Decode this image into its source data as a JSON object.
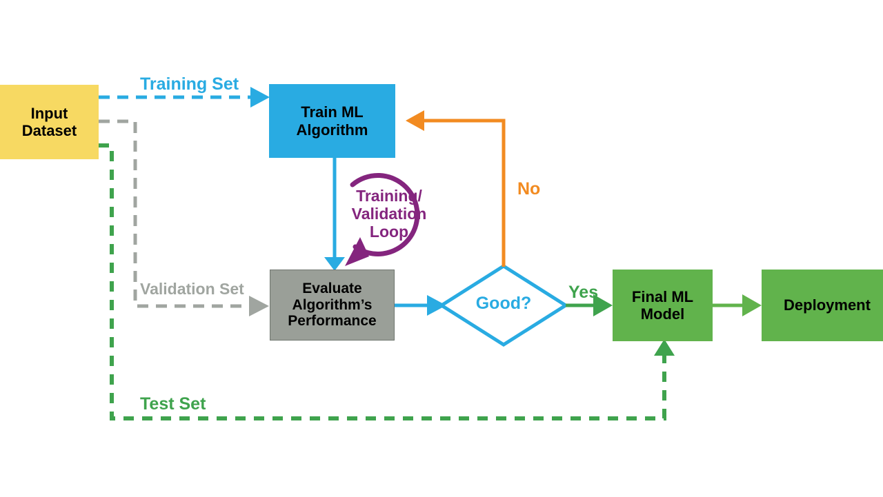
{
  "diagram": {
    "title": "Machine Learning Workflow Flowchart",
    "background": "#ffffff",
    "colors": {
      "yellow_node": "#f7d962",
      "blue_node": "#29abe2",
      "gray_node": "#9a9f98",
      "green_node": "#61b34c",
      "orange_edge": "#f28b21",
      "purple_loop": "#84257e",
      "green_edge": "#3fa34d",
      "gray_edge": "#a0a5a0",
      "blue_edge": "#29abe2"
    },
    "nodes": [
      {
        "id": "input-dataset",
        "label": "Input\nDataset",
        "shape": "rectangle",
        "fill": "#f7d962"
      },
      {
        "id": "train-ml",
        "label": "Train ML\nAlgorithm",
        "shape": "rectangle",
        "fill": "#29abe2"
      },
      {
        "id": "evaluate",
        "label": "Evaluate\nAlgorithm’s\nPerformance",
        "shape": "rectangle",
        "fill": "#9a9f98"
      },
      {
        "id": "good-decision",
        "label": "Good?",
        "shape": "diamond",
        "fill": "#ffffff"
      },
      {
        "id": "final-model",
        "label": "Final ML\nModel",
        "shape": "rectangle",
        "fill": "#61b34c"
      },
      {
        "id": "deployment",
        "label": "Deployment",
        "shape": "rectangle",
        "fill": "#61b34c"
      }
    ],
    "edges": [
      {
        "id": "training-set",
        "label": "Training Set",
        "from": "input-dataset",
        "to": "train-ml",
        "style": "dashed",
        "color": "#29abe2"
      },
      {
        "id": "validation-set",
        "label": "Validation Set",
        "from": "input-dataset",
        "to": "evaluate",
        "style": "dashed",
        "color": "#a0a5a0"
      },
      {
        "id": "test-set",
        "label": "Test Set",
        "from": "input-dataset",
        "to": "final-model",
        "style": "dashed",
        "color": "#3fa34d"
      },
      {
        "id": "train-to-evaluate",
        "label": "",
        "from": "train-ml",
        "to": "evaluate",
        "style": "solid",
        "color": "#29abe2"
      },
      {
        "id": "evaluate-to-decision",
        "label": "",
        "from": "evaluate",
        "to": "good-decision",
        "style": "solid",
        "color": "#29abe2"
      },
      {
        "id": "decision-no",
        "label": "No",
        "from": "good-decision",
        "to": "train-ml",
        "style": "solid",
        "color": "#f28b21"
      },
      {
        "id": "decision-yes",
        "label": "Yes",
        "from": "good-decision",
        "to": "final-model",
        "style": "solid",
        "color": "#3fa34d"
      },
      {
        "id": "model-to-deployment",
        "label": "",
        "from": "final-model",
        "to": "deployment",
        "style": "solid",
        "color": "#61b34c"
      },
      {
        "id": "training-validation-loop",
        "label": "Training/\nValidation\nLoop",
        "from": "train-ml",
        "to": "evaluate",
        "style": "circular-arrow",
        "color": "#84257e"
      }
    ]
  }
}
